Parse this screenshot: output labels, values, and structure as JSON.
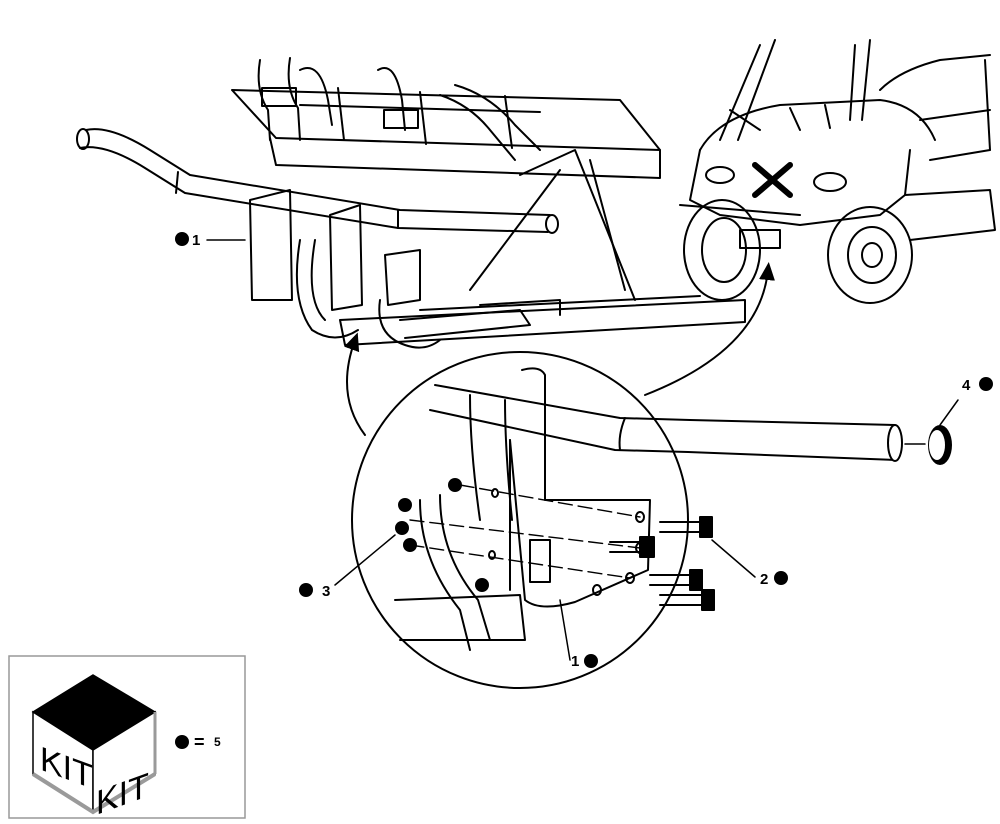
{
  "callouts": {
    "c1_frame": "1",
    "c1_detail": "1",
    "c2": "2",
    "c3": "3",
    "c4": "4"
  },
  "legend": {
    "kit_left": "KIT",
    "kit_right": "KIT",
    "equals": "=",
    "kit_number": "5"
  },
  "icons": {
    "bullet": "filled-circle-icon",
    "kit": "kit-box-icon"
  },
  "colors": {
    "ink": "#000000",
    "paper": "#ffffff",
    "hatch": "#9a9a9a"
  }
}
